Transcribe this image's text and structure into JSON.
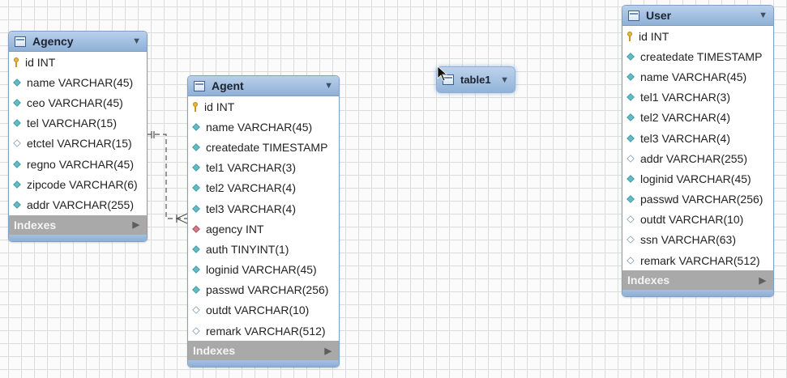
{
  "agency": {
    "name": "Agency",
    "columns": [
      {
        "text": "id INT",
        "icon": "key"
      },
      {
        "text": "name VARCHAR(45)",
        "icon": "filled"
      },
      {
        "text": "ceo VARCHAR(45)",
        "icon": "filled"
      },
      {
        "text": "tel VARCHAR(15)",
        "icon": "filled"
      },
      {
        "text": "etctel VARCHAR(15)",
        "icon": "empty"
      },
      {
        "text": "regno VARCHAR(45)",
        "icon": "filled"
      },
      {
        "text": "zipcode VARCHAR(6)",
        "icon": "filled"
      },
      {
        "text": "addr VARCHAR(255)",
        "icon": "filled"
      }
    ],
    "indexes_label": "Indexes"
  },
  "agent": {
    "name": "Agent",
    "columns": [
      {
        "text": "id INT",
        "icon": "key"
      },
      {
        "text": "name VARCHAR(45)",
        "icon": "filled"
      },
      {
        "text": "createdate TIMESTAMP",
        "icon": "filled"
      },
      {
        "text": "tel1 VARCHAR(3)",
        "icon": "filled"
      },
      {
        "text": "tel2 VARCHAR(4)",
        "icon": "filled"
      },
      {
        "text": "tel3 VARCHAR(4)",
        "icon": "filled"
      },
      {
        "text": "agency INT",
        "icon": "fk"
      },
      {
        "text": "auth TINYINT(1)",
        "icon": "filled"
      },
      {
        "text": "loginid VARCHAR(45)",
        "icon": "filled"
      },
      {
        "text": "passwd VARCHAR(256)",
        "icon": "filled"
      },
      {
        "text": "outdt VARCHAR(10)",
        "icon": "empty"
      },
      {
        "text": "remark VARCHAR(512)",
        "icon": "empty"
      }
    ],
    "indexes_label": "Indexes"
  },
  "table1": {
    "name": "table1"
  },
  "user": {
    "name": "User",
    "columns": [
      {
        "text": "id INT",
        "icon": "key"
      },
      {
        "text": "createdate TIMESTAMP",
        "icon": "filled"
      },
      {
        "text": "name VARCHAR(45)",
        "icon": "filled"
      },
      {
        "text": "tel1 VARCHAR(3)",
        "icon": "filled"
      },
      {
        "text": "tel2 VARCHAR(4)",
        "icon": "filled"
      },
      {
        "text": "tel3 VARCHAR(4)",
        "icon": "filled"
      },
      {
        "text": "addr VARCHAR(255)",
        "icon": "empty"
      },
      {
        "text": "loginid VARCHAR(45)",
        "icon": "filled"
      },
      {
        "text": "passwd VARCHAR(256)",
        "icon": "filled"
      },
      {
        "text": "outdt VARCHAR(10)",
        "icon": "empty"
      },
      {
        "text": "ssn VARCHAR(63)",
        "icon": "empty"
      },
      {
        "text": "remark VARCHAR(512)",
        "icon": "empty"
      }
    ],
    "indexes_label": "Indexes"
  },
  "icons": {
    "expand": "triangle-down-icon",
    "indexes_toggle": "triangle-right-icon",
    "table": "table-icon",
    "primary_key": "key-icon",
    "column": "diamond-icon",
    "nullable_column": "empty-diamond-icon",
    "foreign_key": "foreign-key-diamond-icon"
  },
  "colors": {
    "header": "#a6c2e2",
    "indexes_bar": "#a9a9a9",
    "column_icon": "#62bcc6",
    "foreign_key_icon": "#d87b86",
    "primary_key_icon": "#e7b83c"
  }
}
